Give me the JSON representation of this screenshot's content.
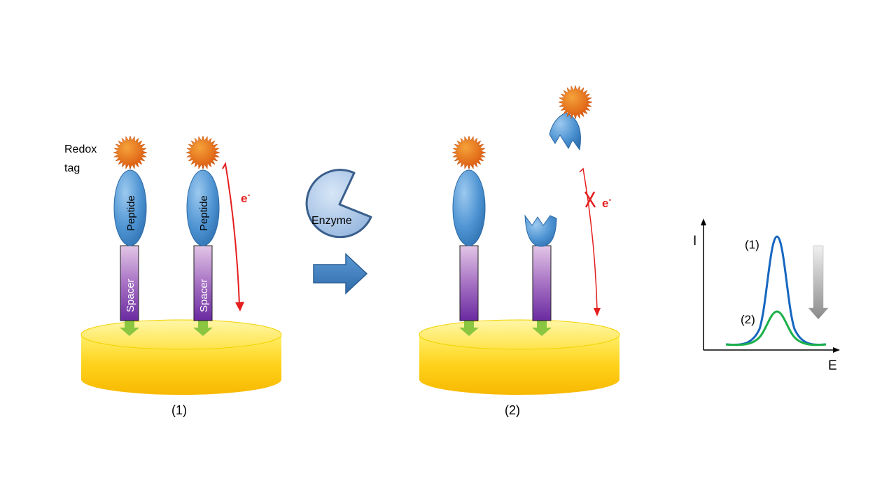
{
  "labels": {
    "redox_tag_line1": "Redox",
    "redox_tag_line2": "tag",
    "peptide": "Peptide",
    "spacer": "Spacer",
    "enzyme": "Enzyme",
    "electron": "e",
    "electron_sup": "-",
    "panel1": "(1)",
    "panel2": "(2)"
  },
  "graph": {
    "y_axis": "I",
    "x_axis": "E",
    "curve1_label": "(1)",
    "curve2_label": "(2)"
  },
  "colors": {
    "gold": "#f7c600",
    "tag": "#ef6c0b",
    "peptide": "#3d86c6",
    "spacer_dark": "#6a2aa0",
    "spacer_light": "#d8bde0",
    "arrow_red": "#e41e1e",
    "curve1": "#1666c0",
    "curve2": "#1db04a"
  }
}
